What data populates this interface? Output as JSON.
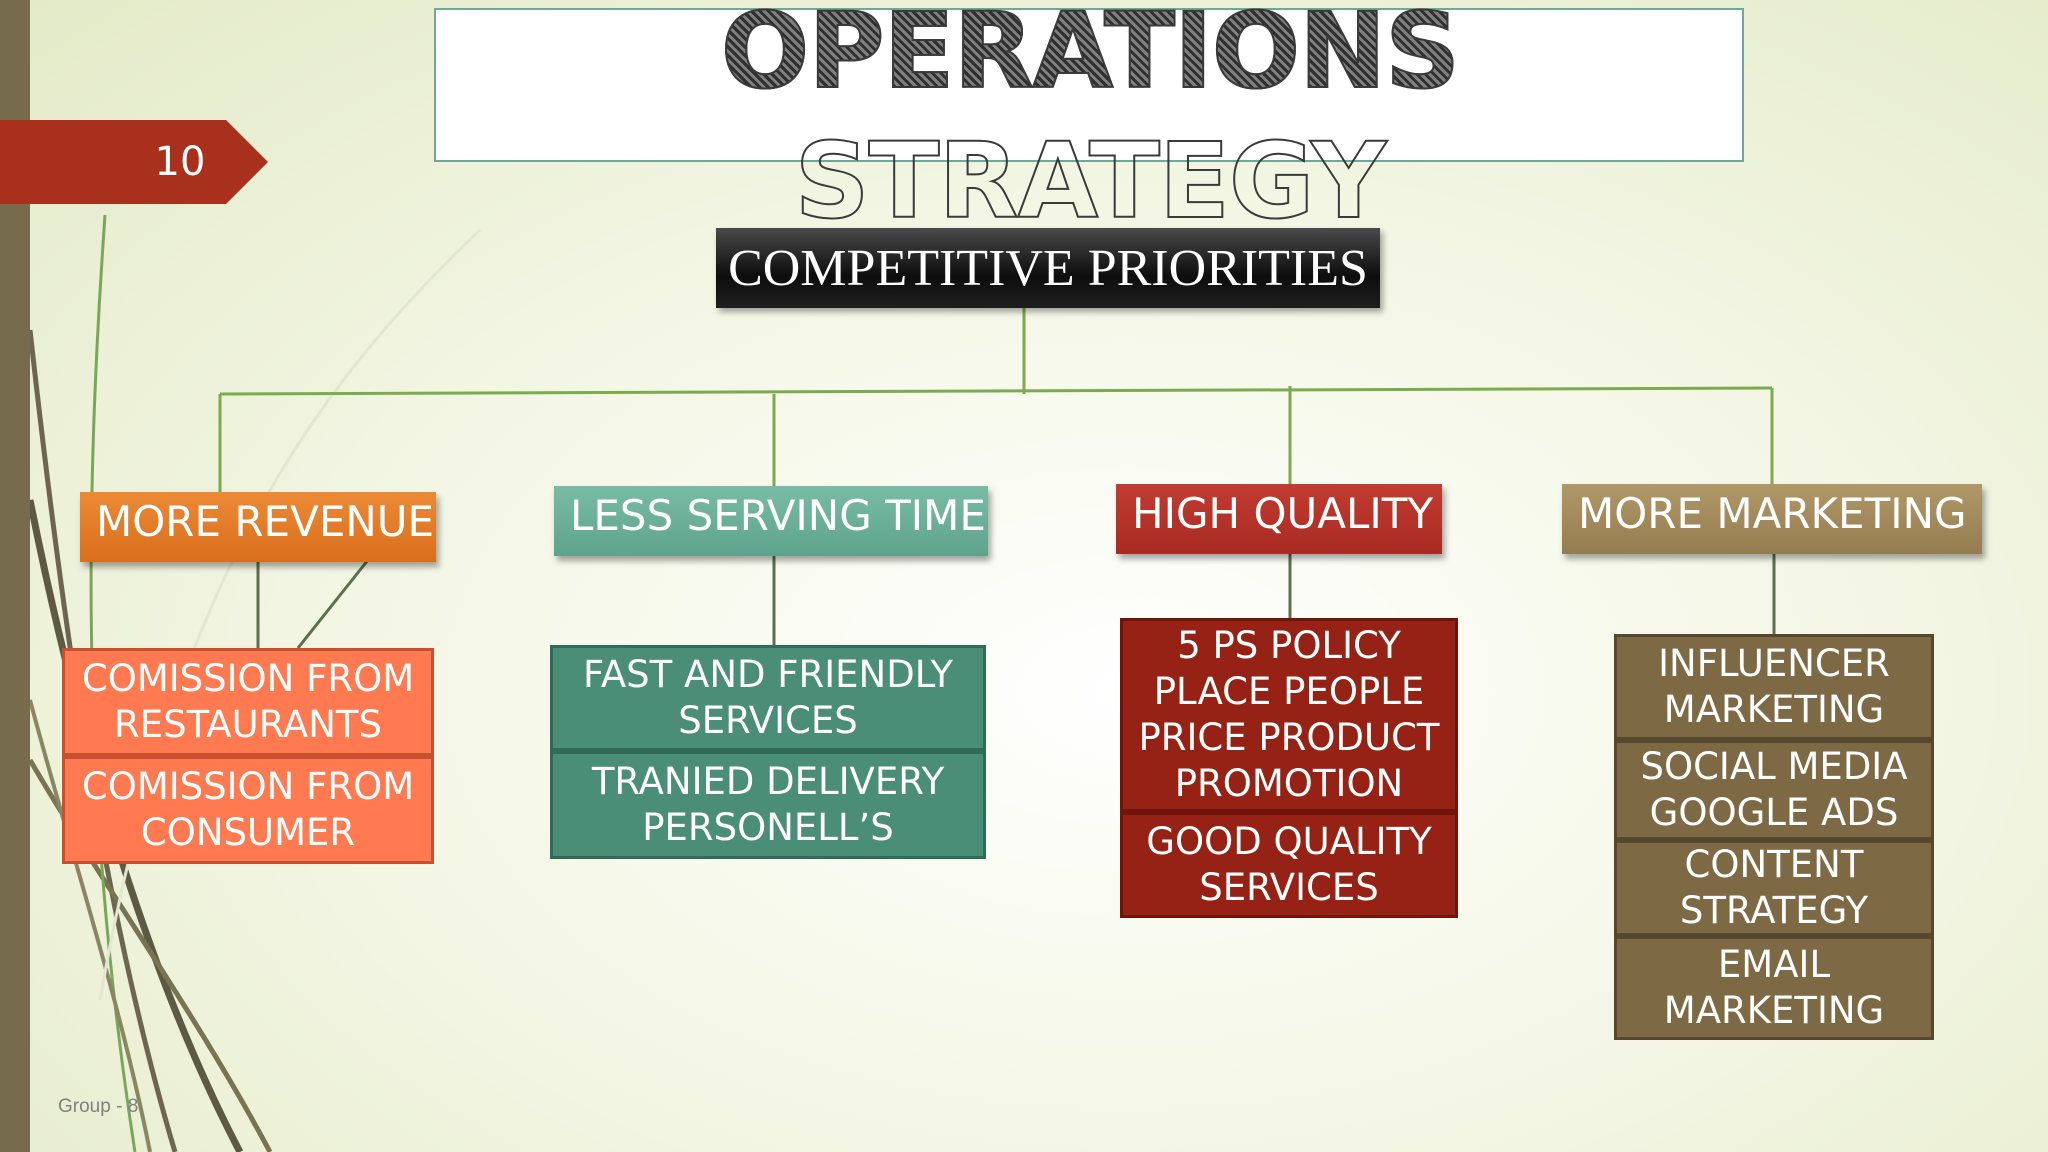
{
  "slide": {
    "number": "10",
    "title": "OPERATIONS STRATEGY",
    "footer": "Group - 8"
  },
  "diagram": {
    "root": "COMPETITIVE PRIORITIES",
    "categories": [
      {
        "label": "MORE REVENUE",
        "color": "#e87f2e",
        "items": [
          "COMISSION FROM\nRESTAURANTS",
          "COMISSION FROM\nCONSUMER"
        ]
      },
      {
        "label": "LESS SERVING TIME",
        "color": "#6bb39c",
        "items": [
          "FAST AND FRIENDLY\nSERVICES",
          "TRANIED DELIVERY\nPERSONELL’S"
        ]
      },
      {
        "label": "HIGH QUALITY",
        "color": "#b8332a",
        "items": [
          "5 PS POLICY\nPLACE  PEOPLE\nPRICE PRODUCT\nPROMOTION",
          "GOOD QUALITY\nSERVICES"
        ]
      },
      {
        "label": "MORE MARKETING",
        "color": "#a38a5e",
        "items": [
          "INFLUENCER\nMARKETING",
          "SOCIAL MEDIA\nGOOGLE  ADS",
          "CONTENT\nSTRATEGY",
          "EMAIL\nMARKETING"
        ]
      }
    ]
  },
  "colors": {
    "connector": "#7aab4c",
    "sidebar": "#766b4c",
    "number_tab": "#a8301c"
  }
}
